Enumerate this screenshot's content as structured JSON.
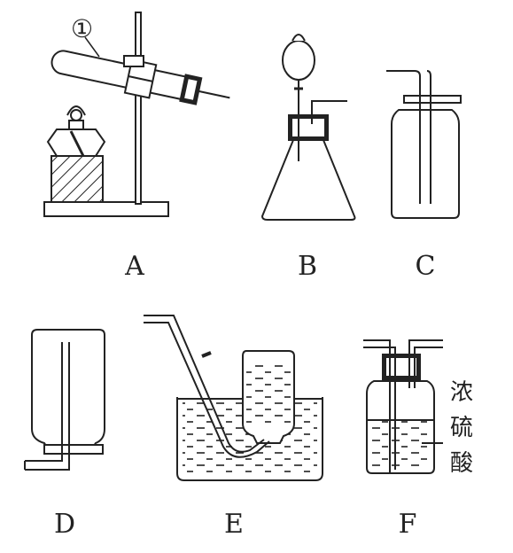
{
  "apparatus": [
    {
      "id": "A",
      "label": "A"
    },
    {
      "id": "B",
      "label": "B"
    },
    {
      "id": "C",
      "label": "C"
    },
    {
      "id": "D",
      "label": "D"
    },
    {
      "id": "E",
      "label": "E"
    },
    {
      "id": "F",
      "label": "F"
    }
  ],
  "annotations": {
    "marker_1": "①",
    "reagent_f": [
      "浓",
      "硫",
      "酸"
    ]
  },
  "colors": {
    "ink": "#222222",
    "background": "#ffffff"
  }
}
